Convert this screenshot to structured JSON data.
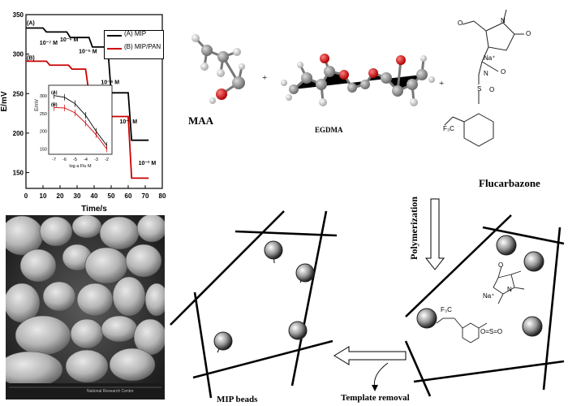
{
  "chart_data": {
    "type": "line",
    "title": "",
    "ylabel": "E/mV",
    "xlabel": "Time/s",
    "xlim": [
      0,
      80
    ],
    "ylim": [
      130,
      350
    ],
    "x_ticks": [
      0,
      10,
      20,
      30,
      40,
      50,
      60,
      70,
      80
    ],
    "y_ticks": [
      150,
      200,
      250,
      300,
      350
    ],
    "legend": [
      "(A) MIP",
      "(B) MIP/PAN"
    ],
    "series": [
      {
        "name": "(A) MIP",
        "color": "#000000",
        "x": [
          0,
          10,
          12,
          24,
          26,
          37,
          39,
          48,
          50,
          60,
          62,
          72
        ],
        "y": [
          333,
          333,
          328,
          328,
          321,
          321,
          309,
          309,
          251,
          251,
          191,
          191
        ]
      },
      {
        "name": "(B) MIP/PAN",
        "color": "#cc0000",
        "x": [
          0,
          12,
          14,
          25,
          27,
          35,
          37,
          48,
          50,
          60,
          62,
          72
        ],
        "y": [
          291,
          291,
          286,
          286,
          281,
          281,
          250,
          250,
          221,
          221,
          143,
          143
        ]
      }
    ],
    "step_labels": [
      "(A)",
      "(B)",
      "10⁻⁷ M",
      "10⁻⁶ M",
      "10⁻⁵ M",
      "10⁻⁴ M",
      "10⁻³ M",
      "10⁻² M"
    ],
    "inset": {
      "type": "line",
      "ylabel": "E/mV",
      "xlabel": "log a Flu M",
      "x_ticks": [
        -7,
        -6,
        -5,
        -4,
        -3,
        -2
      ],
      "y_ticks": [
        150,
        200,
        250,
        300
      ],
      "xlim": [
        -7.5,
        -1.5
      ],
      "ylim": [
        135,
        330
      ],
      "series": [
        {
          "name": "(A)",
          "color": "#000000",
          "x": [
            -7,
            -6,
            -5,
            -4,
            -3,
            -2
          ],
          "y": [
            301,
            296,
            278,
            245,
            200,
            160
          ]
        },
        {
          "name": "(B)",
          "color": "#cc0000",
          "x": [
            -7,
            -6,
            -5,
            -4,
            -3,
            -2
          ],
          "y": [
            267,
            266,
            252,
            223,
            190,
            150
          ]
        }
      ]
    }
  },
  "labels": {
    "maa": "MAA",
    "egdma": "EGDMA",
    "flucarbazone": "Flucarbazone",
    "polymerization": "Polymerization",
    "template_removal": "Template removal",
    "mip_beads": "MIP beads",
    "plus": "+"
  },
  "chem": {
    "o": "O",
    "n": "N",
    "na": "Na⁺",
    "s": "S",
    "f3co": "F₃C",
    "oo": "O=S=O"
  },
  "sem_caption": "National Research Centre"
}
